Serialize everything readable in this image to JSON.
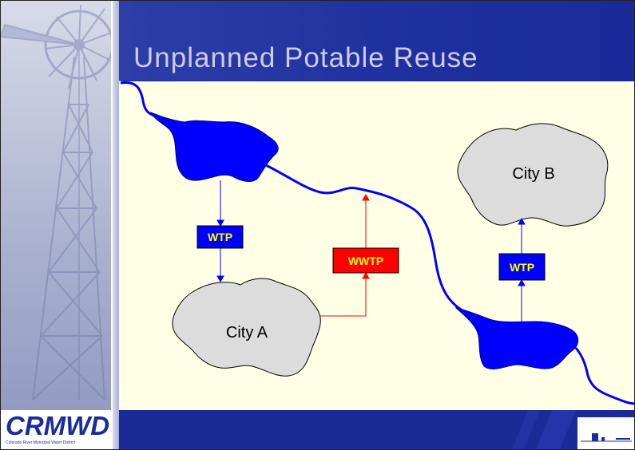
{
  "slide": {
    "title": "Unplanned Potable Reuse"
  },
  "logo": {
    "text": "CRMWD",
    "subtitle": "Colorado River Municipal Water District"
  },
  "diagram": {
    "cities": [
      {
        "id": "city-a",
        "label": "City A"
      },
      {
        "id": "city-b",
        "label": "City B"
      }
    ],
    "plants": [
      {
        "id": "wtp-a",
        "label": "WTP",
        "fill": "#0000ff",
        "text_color": "#ffff00"
      },
      {
        "id": "wwtp-a",
        "label": "WWTP",
        "fill": "#ff0000",
        "text_color": "#ffff00"
      },
      {
        "id": "wtp-b",
        "label": "WTP",
        "fill": "#0000ff",
        "text_color": "#ffff00"
      }
    ],
    "colors": {
      "river": "#0000ff",
      "reservoir": "#0000ff",
      "city_fill": "#dcdcdc",
      "wtp_flow": "#0000ff",
      "wastewater_flow": "#ff0000",
      "background": "#ffffe6"
    }
  }
}
